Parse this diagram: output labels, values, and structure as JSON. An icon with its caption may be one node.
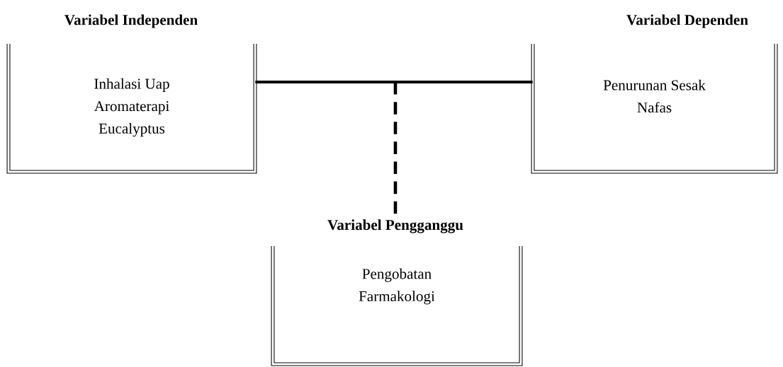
{
  "diagram": {
    "nodes": [
      {
        "text": [
          "Variabel Independen",
          "Inhalasi Uap Aromaterapi Eucalyptus"
        ]
      },
      {
        "text": [
          "Variabel Dependen",
          "Penurunan Sesak Nafas"
        ]
      },
      {
        "text": [
          "Variabel Pengganggu",
          "Pengobatan Farmakologi"
        ]
      }
    ],
    "edges": [
      {
        "from": 0,
        "to": 1,
        "arrow": "none"
      },
      {
        "from": null,
        "to": 2,
        "arrow": "none",
        "style": "dashed"
      }
    ]
  }
}
